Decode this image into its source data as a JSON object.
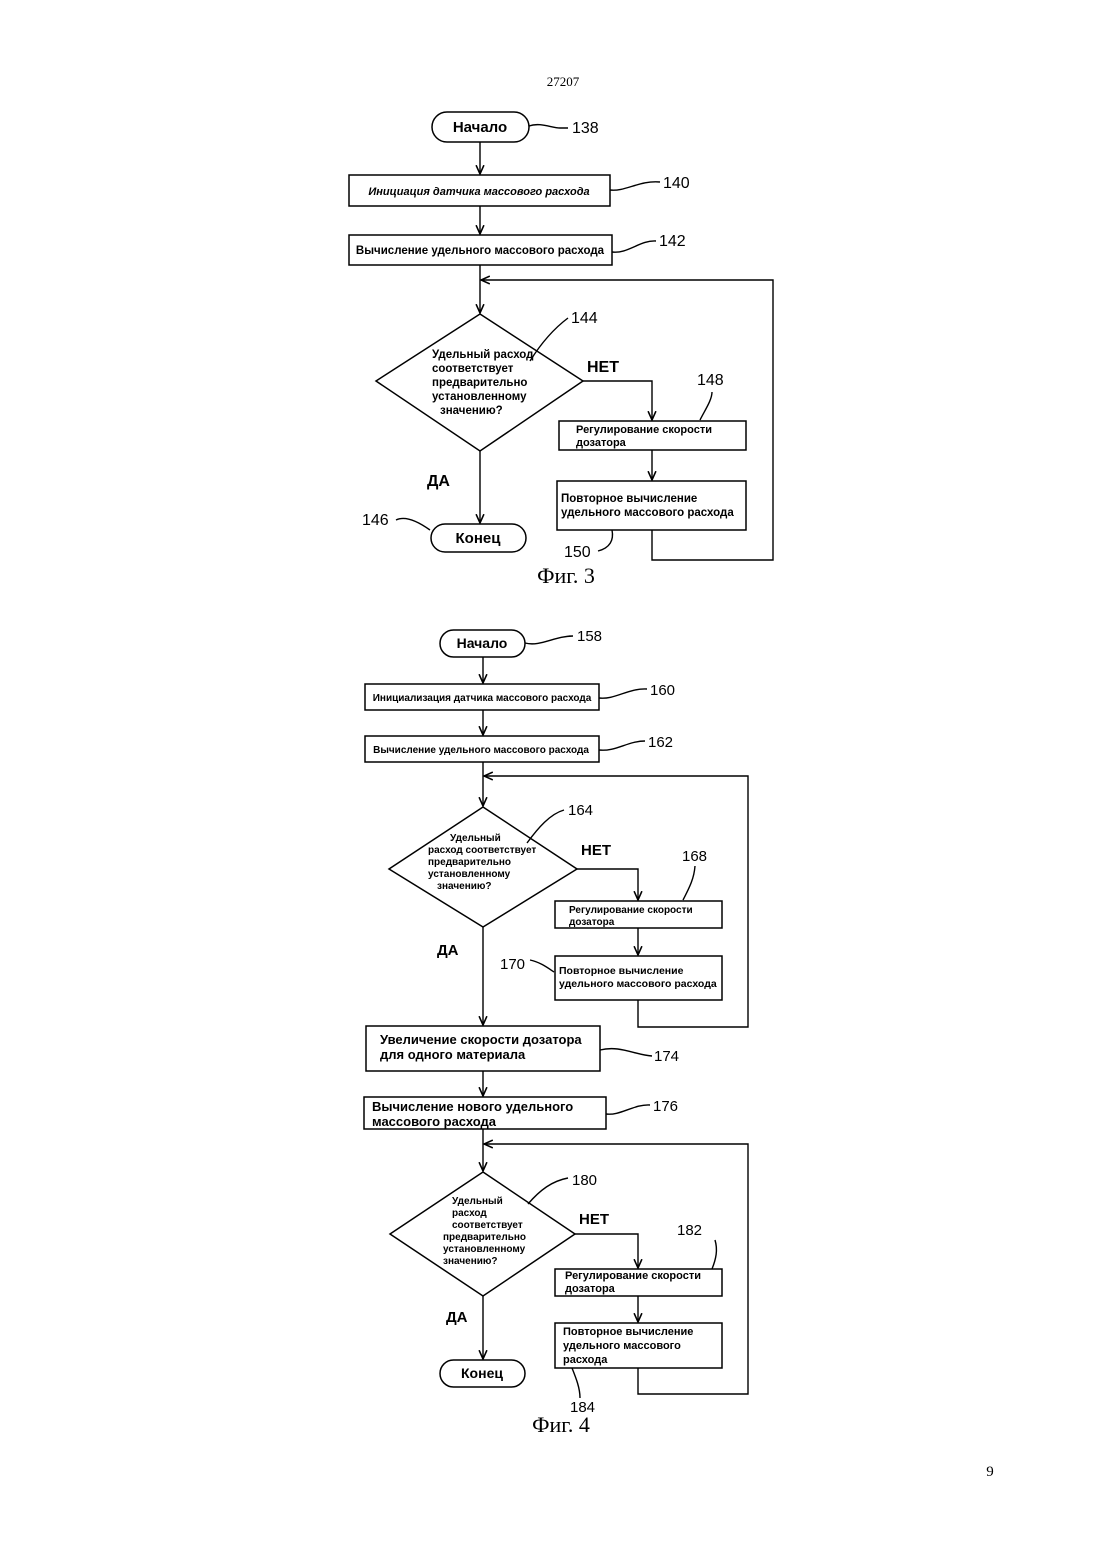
{
  "page": {
    "doc_number": "27207",
    "page_number": "9"
  },
  "fig3": {
    "caption": "Фиг. 3",
    "start": {
      "label": "Начало",
      "ref": "138"
    },
    "init": {
      "label": "Инициация датчика массового расхода",
      "ref": "140"
    },
    "calc": {
      "label": "Вычисление удельного массового расхода",
      "ref": "142"
    },
    "decision": {
      "lines": [
        "Удельный расход",
        "соответствует",
        "предварительно",
        "установленному",
        "значению?"
      ],
      "ref": "144",
      "no_label": "НЕТ",
      "yes_label": "ДА"
    },
    "adjust": {
      "lines": [
        "Регулирование скорости",
        "дозатора"
      ],
      "ref": "148"
    },
    "recalc": {
      "lines": [
        "Повторное вычисление",
        "удельного массового расхода"
      ],
      "ref": "150"
    },
    "end": {
      "label": "Конец",
      "ref": "146"
    }
  },
  "fig4": {
    "caption": "Фиг. 4",
    "start": {
      "label": "Начало",
      "ref": "158"
    },
    "init": {
      "label": "Инициализация датчика массового расхода",
      "ref": "160"
    },
    "calc": {
      "label": "Вычисление удельного массового расхода",
      "ref": "162"
    },
    "decision1": {
      "lines": [
        "Удельный",
        "расход соответствует",
        "предварительно",
        "установленному",
        "значению?"
      ],
      "ref": "164",
      "no_label": "НЕТ",
      "yes_label": "ДА"
    },
    "adjust1": {
      "lines": [
        "Регулирование скорости",
        "дозатора"
      ],
      "ref": "168"
    },
    "recalc1": {
      "lines": [
        "Повторное вычисление",
        "удельного массового расхода"
      ],
      "ref": "170"
    },
    "increase": {
      "lines": [
        "Увеличение скорости дозатора",
        "для одного материала"
      ],
      "ref": "174"
    },
    "newcalc": {
      "lines": [
        "Вычисление нового удельного",
        "массового расхода"
      ],
      "ref": "176"
    },
    "decision2": {
      "lines": [
        "Удельный",
        "расход",
        "соответствует",
        "предварительно",
        "установленному",
        "значению?"
      ],
      "ref": "180",
      "no_label": "НЕТ",
      "yes_label": "ДА"
    },
    "adjust2": {
      "lines": [
        "Регулирование скорости",
        "дозатора"
      ],
      "ref": "182"
    },
    "recalc2": {
      "lines": [
        "Повторное вычисление",
        "удельного массового",
        "расхода"
      ],
      "ref": "184"
    },
    "end": {
      "label": "Конец"
    }
  }
}
